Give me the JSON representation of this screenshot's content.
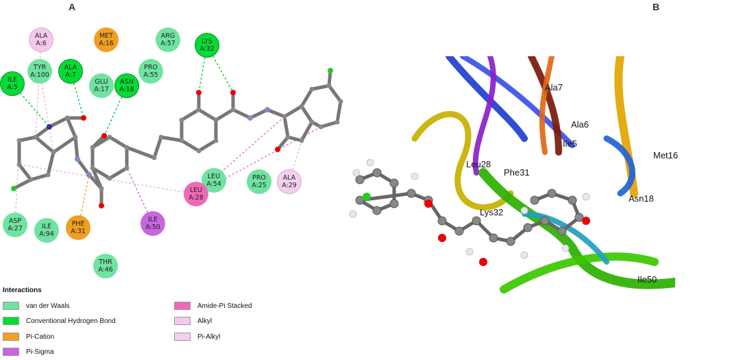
{
  "panels": {
    "left_label": "A",
    "right_label": "B"
  },
  "colors": {
    "van_der_waals": "#6fe3a0",
    "conventional_hbond": "#00dd33",
    "pi_cation": "#f0a020",
    "pi_sigma": "#c866e0",
    "amide_pi_stacked": "#ee6ab8",
    "alkyl": "#f7c8ee",
    "pi_alkyl": "#f4cfee"
  },
  "residues": [
    {
      "id": "ala6",
      "name": "ALA",
      "pos": "A:6",
      "type": "alkyl"
    },
    {
      "id": "met16",
      "name": "MET",
      "pos": "A:16",
      "type": "pi_cation"
    },
    {
      "id": "arg57",
      "name": "ARG",
      "pos": "A:57",
      "type": "van_der_waals"
    },
    {
      "id": "lys32",
      "name": "LYS",
      "pos": "A:32",
      "type": "conventional_hbond"
    },
    {
      "id": "tyr100",
      "name": "TYR",
      "pos": "A:100",
      "type": "van_der_waals"
    },
    {
      "id": "ala7",
      "name": "ALA",
      "pos": "A:7",
      "type": "conventional_hbond"
    },
    {
      "id": "pro55",
      "name": "PRO",
      "pos": "A:55",
      "type": "van_der_waals"
    },
    {
      "id": "ile5",
      "name": "ILE",
      "pos": "A:5",
      "type": "conventional_hbond"
    },
    {
      "id": "glu17",
      "name": "GLU",
      "pos": "A:17",
      "type": "van_der_waals"
    },
    {
      "id": "asn18",
      "name": "ASN",
      "pos": "A:18",
      "type": "conventional_hbond"
    },
    {
      "id": "leu54",
      "name": "LEU",
      "pos": "A:54",
      "type": "van_der_waals"
    },
    {
      "id": "pro25",
      "name": "PRO",
      "pos": "A:25",
      "type": "van_der_waals"
    },
    {
      "id": "ala29",
      "name": "ALA",
      "pos": "A:29",
      "type": "pi_alkyl"
    },
    {
      "id": "leu28",
      "name": "LEU",
      "pos": "A:28",
      "type": "amide_pi_stacked"
    },
    {
      "id": "asp27",
      "name": "ASP",
      "pos": "A:27",
      "type": "van_der_waals"
    },
    {
      "id": "ile94",
      "name": "ILE",
      "pos": "A:94",
      "type": "van_der_waals"
    },
    {
      "id": "phe31",
      "name": "PHE",
      "pos": "A:31",
      "type": "pi_cation"
    },
    {
      "id": "ile50",
      "name": "ILE",
      "pos": "A:50",
      "type": "pi_sigma"
    },
    {
      "id": "thr46",
      "name": "THR",
      "pos": "A:46",
      "type": "van_der_waals"
    }
  ],
  "legend": {
    "title": "Interactions",
    "items": [
      {
        "label": "van der Waals",
        "color": "#6fe3a0"
      },
      {
        "label": "Conventional Hydrogen Bond",
        "color": "#00dd33"
      },
      {
        "label": "Pi-Cation",
        "color": "#f0a020"
      },
      {
        "label": "Pi-Sigma",
        "color": "#c866e0"
      },
      {
        "label": "Amide-Pi Stacked",
        "color": "#ee6ab8"
      },
      {
        "label": "Alkyl",
        "color": "#f7c8ee"
      },
      {
        "label": "Pi-Alkyl",
        "color": "#f4cfee"
      }
    ]
  },
  "view3d_labels": [
    "Ala7",
    "Ala6",
    "Ile5",
    "Met16",
    "Leu28",
    "Phe31",
    "Asn18",
    "Lys32",
    "Ile50"
  ]
}
